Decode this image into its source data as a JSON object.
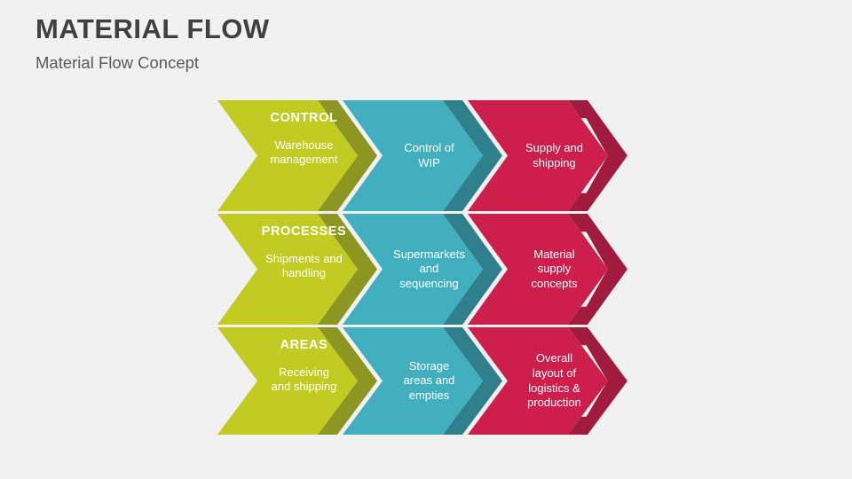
{
  "header": {
    "title": "MATERIAL FLOW",
    "subtitle": "Material Flow Concept"
  },
  "colors": {
    "background": "#f1f1f1",
    "title": "#404040",
    "subtitle": "#595959",
    "green": "#c1cb21",
    "green_shadow": "#8d9620",
    "teal": "#41afbd",
    "teal_shadow": "#2f7f8c",
    "red": "#ce1e4c",
    "red_shadow": "#a01b3e",
    "text": "#ffffff",
    "gap": "#f1f1f1"
  },
  "diagram": {
    "type": "chevron-matrix",
    "rows": [
      {
        "name": "control",
        "label": "CONTROL",
        "cells": [
          {
            "name": "control-green",
            "color": "green",
            "heading": "CONTROL",
            "body": "Warehouse\nmanagement"
          },
          {
            "name": "control-teal",
            "color": "teal",
            "heading": "",
            "body": "Control of\nWIP"
          },
          {
            "name": "control-red",
            "color": "red",
            "heading": "",
            "body": "Supply and\nshipping"
          }
        ]
      },
      {
        "name": "processes",
        "label": "PROCESSES",
        "cells": [
          {
            "name": "processes-green",
            "color": "green",
            "heading": "PROCESSES",
            "body": "Shipments and\nhandling"
          },
          {
            "name": "processes-teal",
            "color": "teal",
            "heading": "",
            "body": "Supermarkets\nand\nsequencing"
          },
          {
            "name": "processes-red",
            "color": "red",
            "heading": "",
            "body": "Material\nsupply\nconcepts"
          }
        ]
      },
      {
        "name": "areas",
        "label": "AREAS",
        "cells": [
          {
            "name": "areas-green",
            "color": "green",
            "heading": "AREAS",
            "body": "Receiving\nand shipping"
          },
          {
            "name": "areas-teal",
            "color": "teal",
            "heading": "",
            "body": "Storage\nareas and\nempties"
          },
          {
            "name": "areas-red",
            "color": "red",
            "heading": "",
            "body": "Overall\nlayout of\nlogistics &\nproduction"
          }
        ]
      }
    ]
  }
}
